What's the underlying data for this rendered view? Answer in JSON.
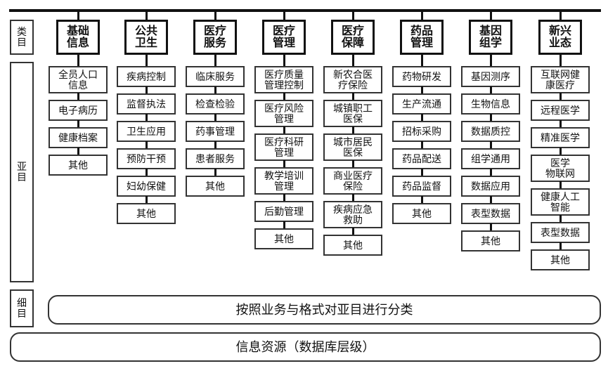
{
  "diagram": {
    "title_rows": {
      "level1_label": "类\n目",
      "level2_label": "亚\n目",
      "level3_label": "细\n目"
    },
    "footer": {
      "detail_row": "按照业务与格式对亚目进行分类",
      "resource_row": "信息资源（数据库层级）"
    },
    "columns": [
      {
        "id": "col-basic-info",
        "header": "基础\n信息",
        "items": [
          "全员人口\n信息",
          "电子病历",
          "健康档案",
          "其他"
        ]
      },
      {
        "id": "col-public-health",
        "header": "公共\n卫生",
        "items": [
          "疾病控制",
          "监督执法",
          "卫生应用",
          "预防干预",
          "妇幼保健",
          "其他"
        ]
      },
      {
        "id": "col-medical-service",
        "header": "医疗\n服务",
        "items": [
          "临床服务",
          "检查检验",
          "药事管理",
          "患者服务",
          "其他"
        ]
      },
      {
        "id": "col-medical-management",
        "header": "医疗\n管理",
        "items": [
          "医疗质量\n管理控制",
          "医疗风险\n管理",
          "医疗科研\n管理",
          "教学培训\n管理",
          "后勤管理",
          "其他"
        ]
      },
      {
        "id": "col-medical-insurance",
        "header": "医疗\n保障",
        "items": [
          "新农合医\n疗保险",
          "城镇职工\n医保",
          "城市居民\n医保",
          "商业医疗\n保险",
          "疾病应急\n救助",
          "其他"
        ]
      },
      {
        "id": "col-drug-management",
        "header": "药品\n管理",
        "items": [
          "药物研发",
          "生产流通",
          "招标采购",
          "药品配送",
          "药品监督",
          "其他"
        ]
      },
      {
        "id": "col-genomics",
        "header": "基因\n组学",
        "items": [
          "基因测序",
          "生物信息",
          "数据质控",
          "组学通用",
          "数据应用",
          "表型数据",
          "其他"
        ]
      },
      {
        "id": "col-emerging",
        "header": "新兴\n业态",
        "items": [
          "互联网健\n康医疗",
          "远程医学",
          "精准医学",
          "医学\n物联网",
          "健康人工\n智能",
          "表型数据",
          "其他"
        ]
      }
    ]
  },
  "colors": {
    "line": "#111111",
    "box_border": "#555555",
    "head_border": "#111111",
    "background": "#ffffff"
  }
}
